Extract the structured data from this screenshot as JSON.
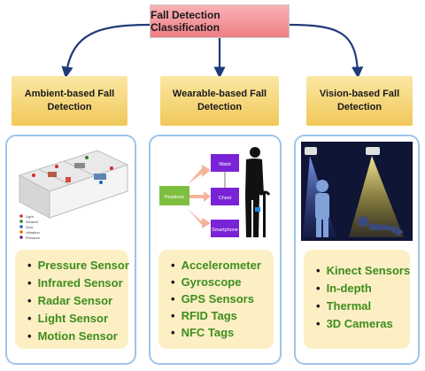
{
  "title": "Fall Detection Classification",
  "categories": [
    {
      "label": "Ambient-based Fall Detection",
      "items": [
        "Pressure Sensor",
        "Infrared Sensor",
        "Radar Sensor",
        "Light Sensor",
        "Motion Sensor"
      ],
      "floorplan_legend": [
        "Light",
        "Infrared",
        "Door",
        "Vibration",
        "Pressure"
      ]
    },
    {
      "label": "Wearable-based Fall Detection",
      "items": [
        "Accelerometer",
        "Gyroscope",
        "GPS Sensors",
        "RFID Tags",
        "NFC Tags"
      ],
      "sensor_positions": {
        "root": "Positions",
        "targets": [
          "Waist",
          "Chest",
          "Smartphone"
        ]
      }
    },
    {
      "label": "Vision-based Fall Detection",
      "items": [
        "Kinect Sensors",
        "In-depth",
        "Thermal",
        "3D Cameras"
      ]
    }
  ],
  "colors": {
    "title_fill": "#f29298",
    "category_fill": "#f5d068",
    "list_fill": "#fcefc4",
    "list_text": "#3e8d1e",
    "panel_border": "#9ec4ea",
    "connector": "#1f3b7a",
    "position_node": "#7fbf3f",
    "target_node": "#7a22d6",
    "arrow": "#f4b49a"
  }
}
